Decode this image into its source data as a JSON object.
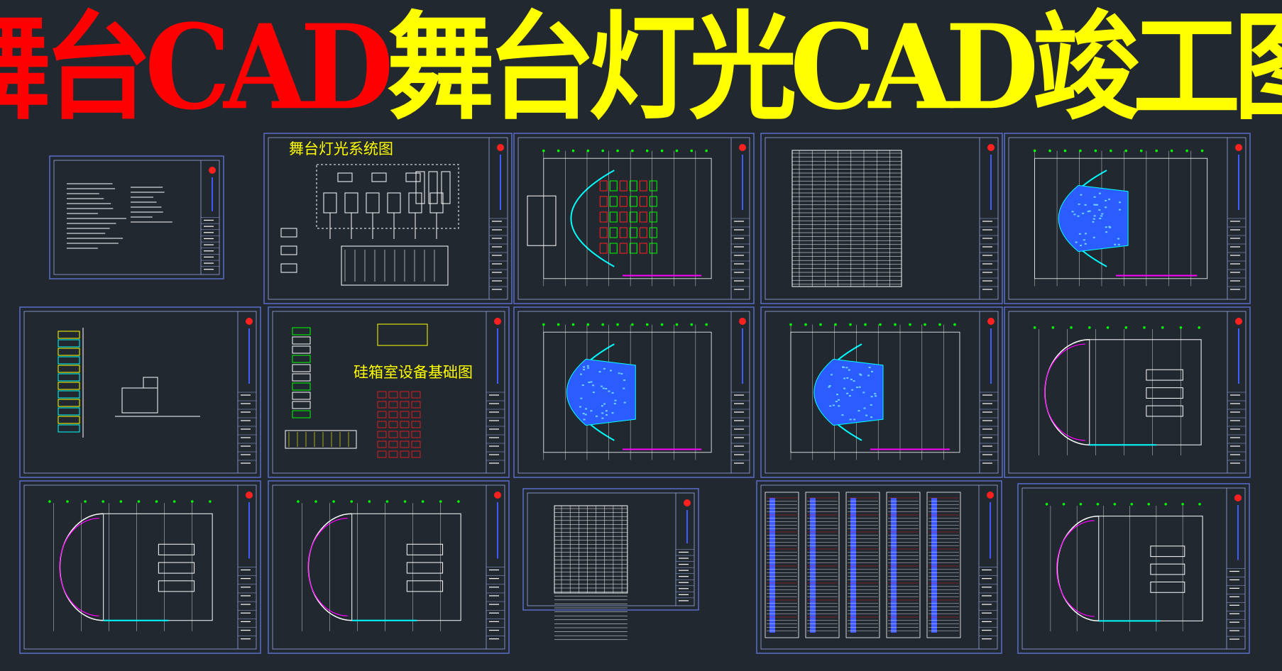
{
  "banner": {
    "title_red": "舞台CAD",
    "title_yellow": "舞台灯光CAD竣工图",
    "color_red": "#ff0000",
    "color_yellow": "#ffff00"
  },
  "sheet_labels": {
    "lighting_system": "舞台灯光系统图",
    "silicon_box_room": "硅箱室设备基础图"
  },
  "colors": {
    "background": "#212830",
    "frame": "#5a6ec8",
    "line_white": "#ffffff",
    "line_cyan": "#00ffff",
    "line_green": "#00ff00",
    "line_magenta": "#ff00ff",
    "line_blue": "#3f5bff",
    "line_red": "#ff2020"
  },
  "sheets": [
    {
      "id": "general-notes",
      "type": "notes"
    },
    {
      "id": "lighting-system-diagram",
      "type": "system"
    },
    {
      "id": "stage-lighting-plan-1",
      "type": "plan-seats"
    },
    {
      "id": "equipment-schedule",
      "type": "table"
    },
    {
      "id": "auditorium-plan-blue",
      "type": "plan-blue"
    },
    {
      "id": "section-elevation-1",
      "type": "elevation"
    },
    {
      "id": "silicon-box-room-foundation",
      "type": "foundation"
    },
    {
      "id": "auditorium-plan-2",
      "type": "plan-blue"
    },
    {
      "id": "auditorium-plan-3",
      "type": "plan-blue"
    },
    {
      "id": "stage-outline-plan-1",
      "type": "plan-outline"
    },
    {
      "id": "stage-outline-plan-2",
      "type": "plan-outline"
    },
    {
      "id": "stage-outline-plan-3",
      "type": "plan-outline"
    },
    {
      "id": "cable-schedule",
      "type": "table"
    },
    {
      "id": "wiring-schedules",
      "type": "schedule-columns"
    },
    {
      "id": "stage-fixture-plan",
      "type": "plan-outline"
    }
  ]
}
